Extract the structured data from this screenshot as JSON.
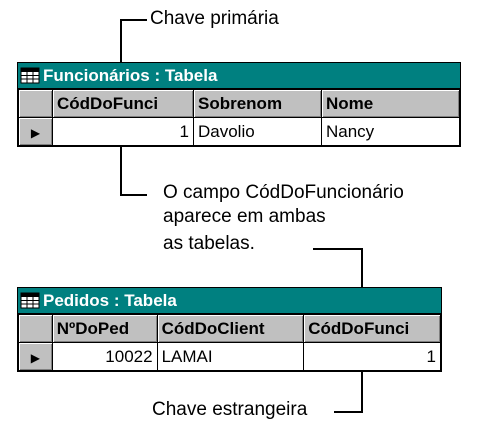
{
  "callouts": {
    "primary_key": "Chave primária",
    "field_note_1": "O campo CódDoFuncionário",
    "field_note_2": "aparece em ambas",
    "field_note_3": "as tabelas.",
    "foreign_key": "Chave estrangeira"
  },
  "employees_window": {
    "title": "Funcionários : Tabela",
    "columns": [
      "CódDoFunci",
      "Sobrenom",
      "Nome"
    ],
    "row": {
      "id": "1",
      "last_name": "Davolio",
      "first_name": "Nancy"
    }
  },
  "orders_window": {
    "title": "Pedidos : Tabela",
    "columns": [
      "NºDoPed",
      "CódDoClient",
      "CódDoFunci"
    ],
    "row": {
      "order_id": "10022",
      "customer_id": "LAMAI",
      "employee_id": "1"
    }
  },
  "colors": {
    "titlebar": "#008080",
    "header": "#c0c0c0"
  },
  "icons": {
    "table": "table-icon",
    "record_selector": "record-arrow-icon"
  }
}
